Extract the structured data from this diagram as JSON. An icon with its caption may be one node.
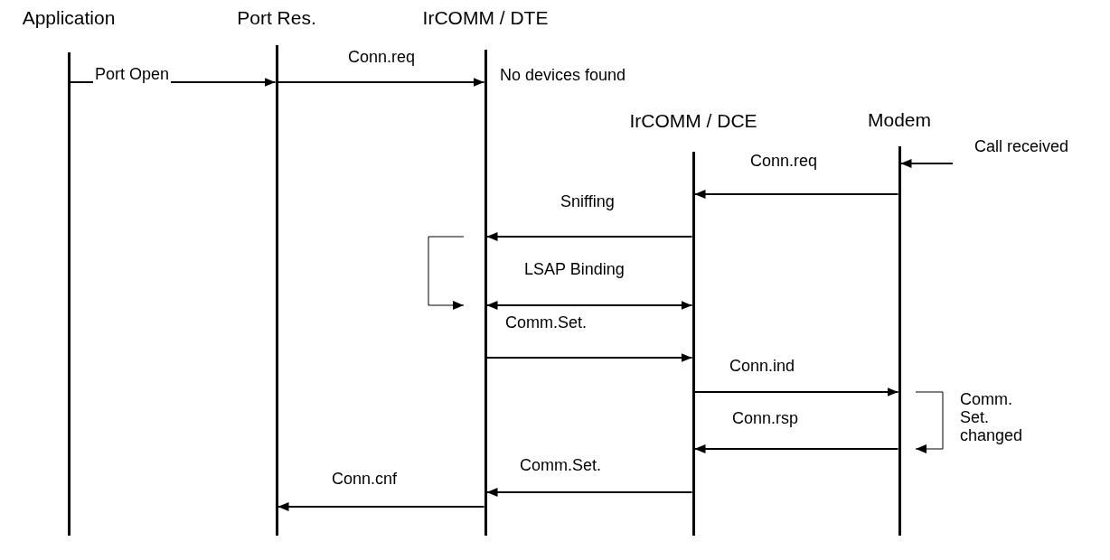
{
  "diagram": {
    "nodes": [
      {
        "text": [
          "Application"
        ]
      },
      {
        "text": [
          "Port Res."
        ]
      },
      {
        "text": [
          "IrCOMM / DTE"
        ]
      },
      {
        "text": [
          "IrCOMM / DCE"
        ]
      },
      {
        "text": [
          "Modem"
        ]
      },
      {
        "text": [
          "Call received"
        ]
      }
    ],
    "edges": [
      {
        "from": 0,
        "to": 1,
        "arrow": "to",
        "label": "Port Open"
      },
      {
        "from": 1,
        "to": 2,
        "arrow": "to",
        "label": "Conn.req"
      },
      {
        "from": 5,
        "to": 4,
        "arrow": "to"
      },
      {
        "from": 4,
        "to": 3,
        "arrow": "to",
        "label": "Conn.req"
      },
      {
        "from": 3,
        "to": 2,
        "arrow": "to",
        "label": "Sniffing"
      },
      {
        "from": 2,
        "to": 2,
        "arrow": "to"
      },
      {
        "from": 2,
        "to": 3,
        "arrow": "both",
        "label": "LSAP Binding"
      },
      {
        "from": 2,
        "to": 3,
        "arrow": "to",
        "label": "Comm.Set."
      },
      {
        "from": 3,
        "to": 4,
        "arrow": "to",
        "label": "Conn.ind"
      },
      {
        "from": 4,
        "to": 4,
        "arrow": "to",
        "label": "Comm. Set. changed"
      },
      {
        "from": 4,
        "to": 3,
        "arrow": "to",
        "label": "Conn.rsp"
      },
      {
        "from": 3,
        "to": 2,
        "arrow": "to",
        "label": "Comm.Set."
      },
      {
        "from": 2,
        "to": 1,
        "arrow": "to",
        "label": "Conn.cnf"
      }
    ],
    "labels": [
      "No devices found"
    ]
  }
}
